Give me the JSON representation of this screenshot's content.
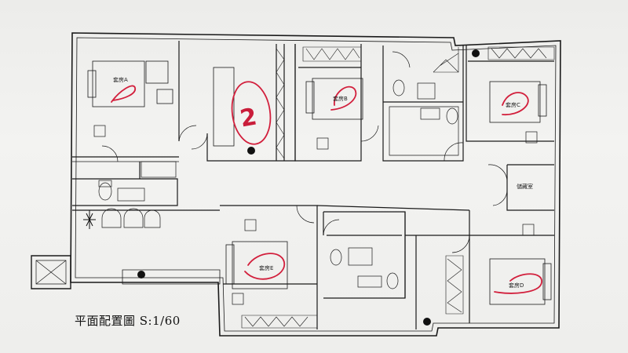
{
  "caption": "平面配置圖 S:1/60",
  "rooms": {
    "suite_a": "套房A",
    "suite_b": "套房B",
    "suite_c": "套房C",
    "suite_d": "套房D",
    "suite_e": "套房E",
    "storage": "儲藏室"
  },
  "annotations": {
    "handwritten_number": "2"
  },
  "colors": {
    "ink": "#1a1a1a",
    "red_pen": "#d21f3c",
    "paper": "#efefed"
  }
}
